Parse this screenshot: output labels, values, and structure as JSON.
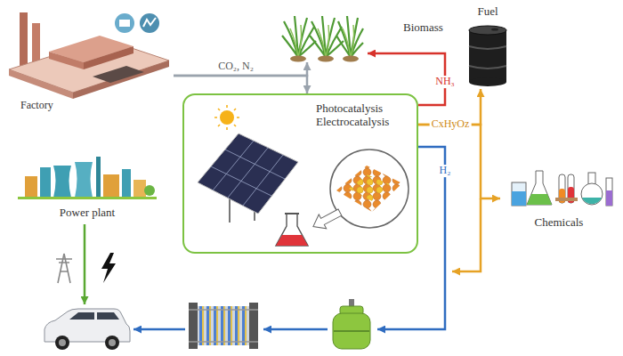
{
  "diagram": {
    "nodes": [
      {
        "text": [
          "Factory"
        ]
      },
      {
        "text": [
          "Biomass"
        ]
      },
      {
        "text": [
          "Fuel"
        ]
      },
      {
        "text": [
          "Photocatalysis Electrocatalysis"
        ]
      },
      {
        "text": [
          "Chemicals"
        ]
      },
      {
        "text": [
          "Power plant"
        ]
      }
    ],
    "edges": [
      {
        "from": 0,
        "to": 3,
        "label": "CO₂, N₂",
        "arrow": "to"
      },
      {
        "from": 0,
        "to": 1,
        "arrow": "to"
      },
      {
        "from": 3,
        "to": 1,
        "label": "NH₃",
        "arrow": "to"
      },
      {
        "from": 3,
        "to": 2,
        "label": "CxHyOz",
        "arrow": "to"
      },
      {
        "from": 3,
        "to": 4,
        "arrow": "to"
      }
    ],
    "labels": [
      "H₂"
    ]
  }
}
